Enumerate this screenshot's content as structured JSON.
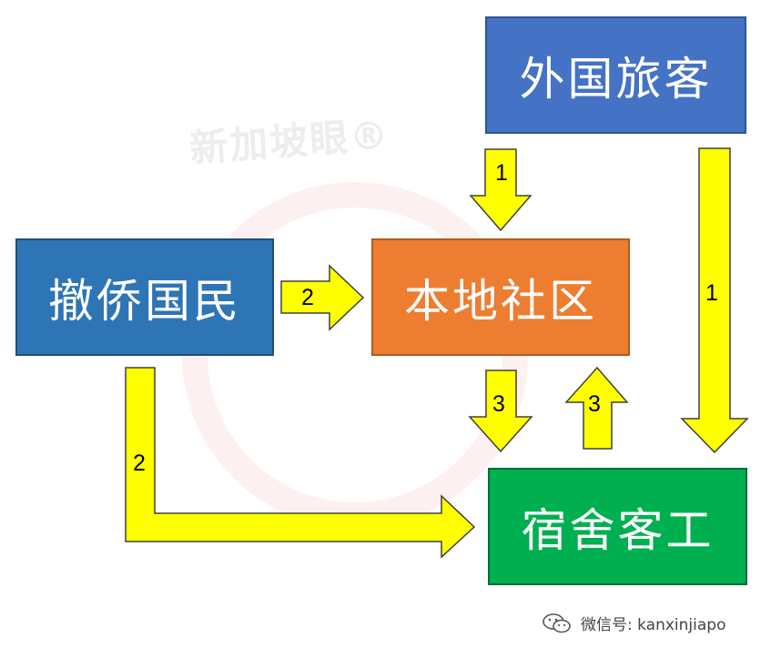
{
  "watermark": {
    "text": "新加坡眼®"
  },
  "nodes": {
    "foreign_travelers": "外国旅客",
    "evacuated_citizens": "撤侨国民",
    "local_community": "本地社区",
    "dorm_workers": "宿舍客工"
  },
  "arrows": {
    "foreign_to_local": "1",
    "foreign_to_dorm": "1",
    "evac_to_local": "2",
    "evac_to_dorm": "2",
    "local_to_dorm": "3",
    "dorm_to_local": "3"
  },
  "colors": {
    "foreign": "#4472c4",
    "evac": "#2e75b6",
    "local": "#ed7d31",
    "dorm": "#00b050",
    "arrow_fill": "#ffff00",
    "arrow_stroke": "#404040"
  },
  "footer": {
    "wechat": "微信号: kanxinjiapo",
    "icon": "wechat-icon"
  }
}
